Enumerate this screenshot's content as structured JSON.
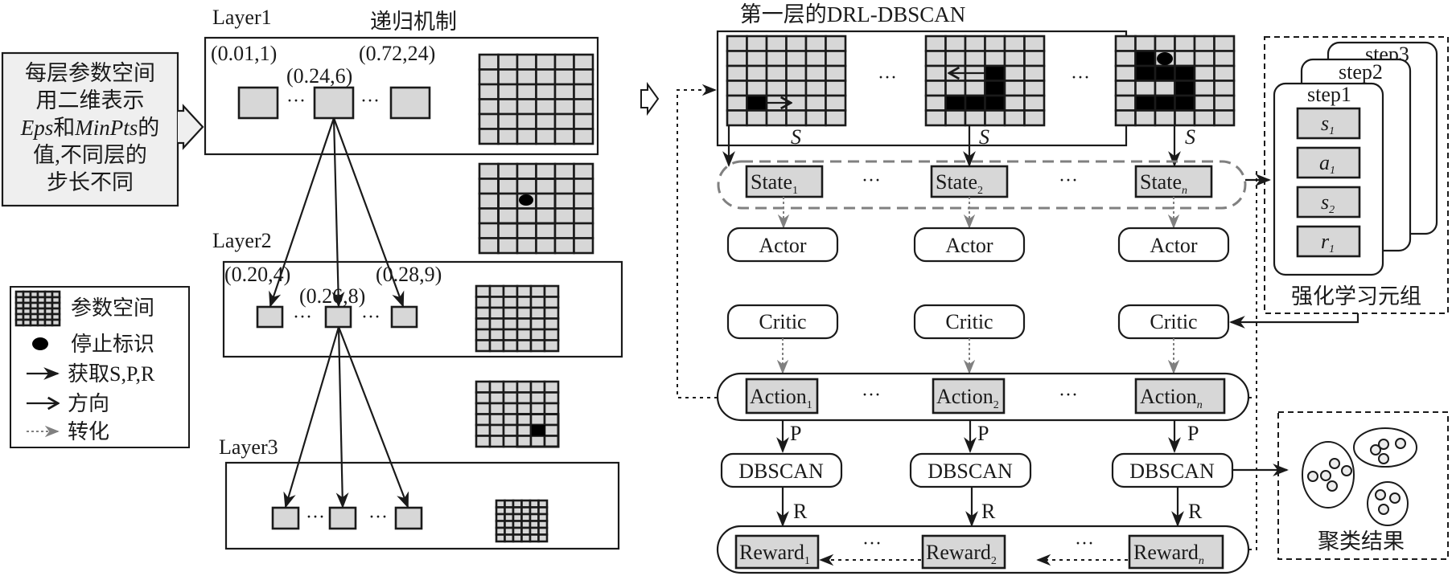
{
  "left_note": {
    "lines": [
      "每层参数空间",
      "用二维表示",
      "Eps和MinPts的",
      "值,不同层的",
      "步长不同"
    ],
    "eps": "Eps",
    "he": "和",
    "minpts": "MinPts",
    "de": "的"
  },
  "layers": [
    {
      "label": "Layer1",
      "coords": [
        "(0.01,1)",
        "(0.24,6)",
        "(0.72,24)"
      ]
    },
    {
      "label": "Layer2",
      "coords": [
        "(0.20,4)",
        "(0.26,8)",
        "(0.28,9)"
      ]
    },
    {
      "label": "Layer3",
      "coords": []
    }
  ],
  "recursion_title": "递归机制",
  "ellipsis": "···",
  "legend": {
    "items": [
      {
        "icon": "grid-icon",
        "label": "参数空间"
      },
      {
        "icon": "stop-dot-icon",
        "label": "停止标识"
      },
      {
        "icon": "filled-arrow-icon",
        "label": "获取S,P,R"
      },
      {
        "icon": "open-arrow-icon",
        "label": "方向"
      },
      {
        "icon": "gray-dashed-arrow-icon",
        "label": "转化"
      }
    ]
  },
  "drl": {
    "title": "第一层的DRL-DBSCAN",
    "edge_labels": {
      "s": "S",
      "p": "P",
      "r": "R"
    },
    "states": [
      {
        "base": "State",
        "sub": "1"
      },
      {
        "base": "State",
        "sub": "2"
      },
      {
        "base": "State",
        "sub": "n"
      }
    ],
    "actor_label": "Actor",
    "critic_label": "Critic",
    "actions": [
      {
        "base": "Action",
        "sub": "1"
      },
      {
        "base": "Action",
        "sub": "2"
      },
      {
        "base": "Action",
        "sub": "n"
      }
    ],
    "dbscan_label": "DBSCAN",
    "rewards": [
      {
        "base": "Reward",
        "sub": "1"
      },
      {
        "base": "Reward",
        "sub": "2"
      },
      {
        "base": "Reward",
        "sub": "n"
      }
    ]
  },
  "tuple_panel": {
    "title": "强化学习元组",
    "steps": [
      "step1",
      "step2",
      "step3"
    ],
    "fields": [
      {
        "base": "s",
        "sub": "1"
      },
      {
        "base": "a",
        "sub": "1"
      },
      {
        "base": "s",
        "sub": "2"
      },
      {
        "base": "r",
        "sub": "1"
      }
    ]
  },
  "cluster_panel": {
    "title": "聚类结果",
    "clusters": [
      {
        "name": "cluster-a",
        "points": 5
      },
      {
        "name": "cluster-b",
        "points": 4
      },
      {
        "name": "cluster-c",
        "points": 3
      }
    ]
  },
  "colors": {
    "cell_fill": "#d7d7d7",
    "note_fill": "#efefef",
    "gray_line": "#808080",
    "ink": "#1a1a1a"
  }
}
